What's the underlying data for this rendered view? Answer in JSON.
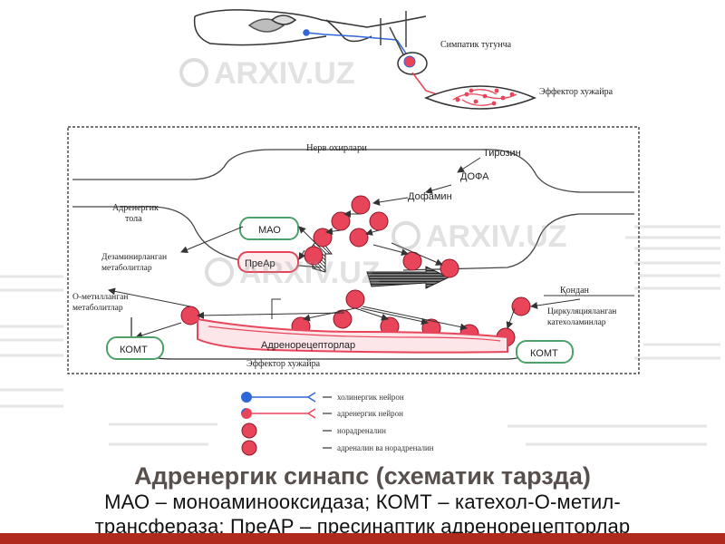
{
  "colors": {
    "accent": "#e8455a",
    "mao_box": "#4fa06a",
    "footer": "#b02a1d",
    "cholinergic": "#2f67d8"
  },
  "top": {
    "label_nerve": "Симпатик тугунча",
    "label_effector": "Эффектор хужайра"
  },
  "labels": {
    "nerve_ending": "Нерв охирлари",
    "tyrosine": "Тирозин",
    "dopa": "ДОФА",
    "dopamine": "Дофамин",
    "adrenergic_fiber": "Адренергик тола",
    "mao": "МАО",
    "prear": "ПреАр",
    "deaminated": "Дезаминирланган метаболитлар",
    "omethyl": "О-метилланган метаболитлар",
    "blood": "Қондан",
    "circulating": "Циркуляцияланган катехоламинлар",
    "adrenoreceptors": "Адренорецепторлар",
    "komt_left": "КОМТ",
    "komt_right": "КОМТ",
    "effector_cell": "Эффектор хужайра"
  },
  "legend": [
    {
      "icon": "cholinergic-neuron-icon",
      "text": "холинергик нейрон"
    },
    {
      "icon": "adrenergic-neuron-icon",
      "text": "адренергик нейрон"
    },
    {
      "icon": "noradrenaline-icon",
      "text": "норадреналин"
    },
    {
      "icon": "adrenaline-icon",
      "text": "адреналин ва норадреналин"
    }
  ],
  "caption": {
    "title": "Адренергик синапс (схематик тарзда)",
    "line1": "МАО – моноаминооксидаза; КОМТ – катехол-О-метил-",
    "line2": "трансфераза; ПреАР – пресинаптик адренорецепторлар"
  }
}
